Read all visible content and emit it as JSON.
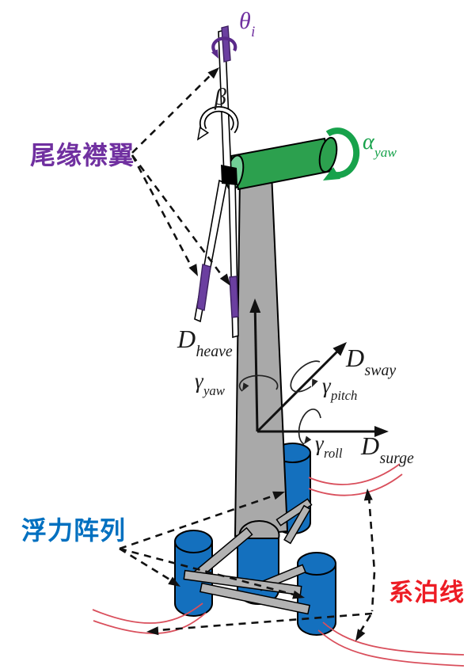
{
  "labels": {
    "flap_deflection": {
      "symbol": "θ",
      "subscript": "i"
    },
    "blade_pitch": {
      "symbol": "β",
      "subscript": ""
    },
    "nacelle_yaw": {
      "symbol": "α",
      "subscript": "yaw"
    },
    "heave_dof": {
      "symbol": "D",
      "subscript": "heave"
    },
    "yaw_rotation": {
      "symbol": "γ",
      "subscript": "yaw"
    },
    "sway_dof": {
      "symbol": "D",
      "subscript": "sway"
    },
    "pitch_rotation": {
      "symbol": "γ",
      "subscript": "pitch"
    },
    "roll_rotation": {
      "symbol": "γ",
      "subscript": "roll"
    },
    "surge_dof": {
      "symbol": "D",
      "subscript": "surge"
    },
    "trailing_edge_flaps": "尾缘襟翼",
    "buoyancy_array": "浮力阵列",
    "mooring_line": "系泊线"
  },
  "colors": {
    "flap_purple": "#7030a0",
    "flap_fill_purple": "#6b3fa0",
    "nacelle_green": "#2ca04e",
    "nacelle_end_green": "#72cf96",
    "alpha_arrow_green": "#17a24b",
    "buoy_blue": "#1470be",
    "buoyancy_label_blue": "#0070c0",
    "mooring_label_red": "#ed1c24",
    "mooring_line_red": "#d94f5c",
    "tower_gray": "#a9a9a9",
    "strut_gray": "#b3b3b3"
  }
}
